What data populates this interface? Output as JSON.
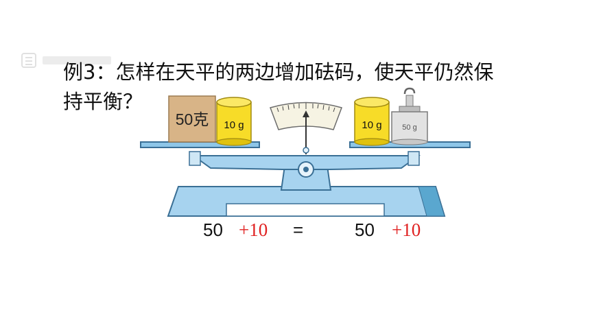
{
  "question": {
    "line1": "例3：怎样在天平的两边增加砝码，使天平仍然保",
    "line2": "持平衡？"
  },
  "scale": {
    "left_block_label": "50克",
    "left_cup_label": "10 g",
    "right_cup_label": "10 g",
    "right_weight_label": "50 g",
    "needle_pointer_position": "center"
  },
  "equation": {
    "left_base": "50",
    "left_add": "+10",
    "equals": "=",
    "right_base": "50",
    "right_add": "+10"
  },
  "colors": {
    "scale_body": "#a7d3ef",
    "scale_outline": "#3a6f95",
    "cup_yellow": "#f7dc28",
    "block_tan": "#d8b487",
    "plus_red": "#e02020"
  }
}
